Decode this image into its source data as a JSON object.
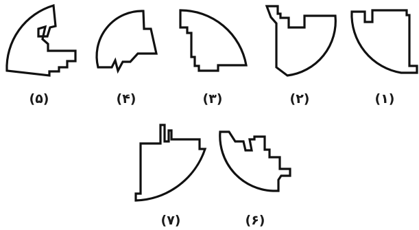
{
  "pieces": [
    {
      "id": "1",
      "label": "(۱)"
    },
    {
      "id": "2",
      "label": "(۲)"
    },
    {
      "id": "3",
      "label": "(۳)"
    },
    {
      "id": "4",
      "label": "(۴)"
    },
    {
      "id": "5",
      "label": "(۵)"
    },
    {
      "id": "6",
      "label": "(۶)"
    },
    {
      "id": "7",
      "label": "(۷)"
    }
  ]
}
